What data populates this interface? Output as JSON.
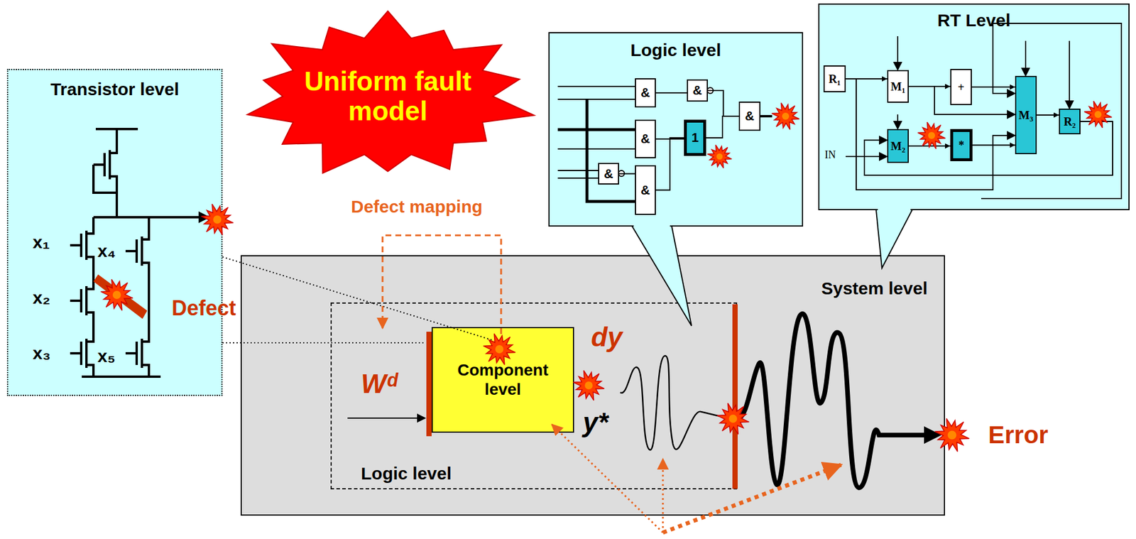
{
  "diagram": {
    "nodes": [
      {
        "text": [
          "Transistor level"
        ]
      },
      {
        "text": [
          "Uniform fault model"
        ]
      },
      {
        "text": [
          "Logic level"
        ]
      },
      {
        "text": [
          "&"
        ],
        "in": 2
      },
      {
        "text": [
          "&"
        ],
        "in": 2
      },
      {
        "text": [
          "&"
        ],
        "in": 2
      },
      {
        "text": [
          "&"
        ],
        "in": 2
      },
      {
        "text": [
          "1"
        ],
        "in": 2
      },
      {
        "text": [
          "&"
        ],
        "in": 2
      },
      {
        "text": [
          "&"
        ],
        "in": 2
      },
      {
        "text": [
          "RT Level"
        ]
      },
      {
        "text": [
          "R₁"
        ],
        "in": 10
      },
      {
        "text": [
          "M₁"
        ],
        "in": 10
      },
      {
        "text": [
          "+"
        ],
        "in": 10
      },
      {
        "text": [
          "M₃"
        ],
        "in": 10
      },
      {
        "text": [
          "R₂"
        ],
        "in": 10
      },
      {
        "text": [
          "M₂"
        ],
        "in": 10
      },
      {
        "text": [
          "*"
        ],
        "in": 10
      },
      {
        "text": [
          "System level"
        ]
      },
      {
        "text": [
          "Logic level"
        ],
        "in": 18
      },
      {
        "text": [
          "Component level"
        ],
        "in": 19
      }
    ],
    "edges": [
      {
        "from": 3,
        "to": 4,
        "arrow": "none"
      },
      {
        "from": 4,
        "to": 5,
        "arrow": "none"
      },
      {
        "from": 6,
        "to": 7,
        "arrow": "none"
      },
      {
        "from": 7,
        "to": 5,
        "arrow": "none"
      },
      {
        "from": 8,
        "to": 9,
        "arrow": "none"
      },
      {
        "from": 9,
        "to": 7,
        "arrow": "none"
      },
      {
        "from": 11,
        "to": 12,
        "arrow": "to"
      },
      {
        "from": 12,
        "to": 13,
        "arrow": "to"
      },
      {
        "from": 13,
        "to": 14,
        "arrow": "to"
      },
      {
        "from": 16,
        "to": 17,
        "arrow": "to"
      },
      {
        "from": 17,
        "to": 14,
        "arrow": "to"
      },
      {
        "from": 14,
        "to": 15,
        "arrow": "to"
      }
    ],
    "labels": [
      "x₁",
      "x₄",
      "x₂",
      "x₃",
      "x₅",
      "Defect",
      "Defect mapping",
      "IN",
      "Wᵈ",
      "dy",
      "y*",
      "Error"
    ]
  }
}
